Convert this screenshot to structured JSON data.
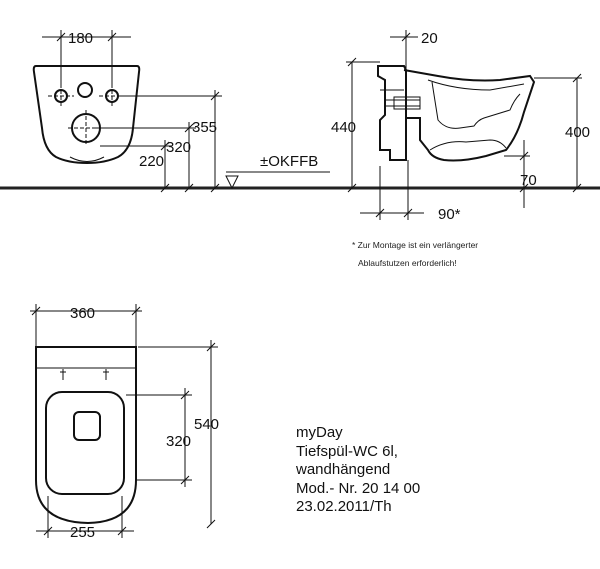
{
  "front_view": {
    "dim_width": "180",
    "dim_height_355": "355",
    "dim_height_320": "320",
    "dim_height_220": "220",
    "floor_ref": "±OKFFB"
  },
  "side_view": {
    "dim_top_20": "20",
    "dim_height_440": "440",
    "dim_height_400": "400",
    "dim_height_70": "70",
    "dim_bottom_90": "90*"
  },
  "footnote": {
    "line1": "* Zur Montage ist ein verlängerter",
    "line2": "Ablaufstutzen erforderlich!"
  },
  "top_view": {
    "dim_width_360": "360",
    "dim_height_540": "540",
    "dim_height_320": "320",
    "dim_width_255": "255"
  },
  "product_info": {
    "line1": "myDay",
    "line2": "Tiefspül-WC 6l,",
    "line3": "wandhängend",
    "line4": "Mod.- Nr. 20 14 00",
    "line5": "23.02.2011/Th"
  }
}
